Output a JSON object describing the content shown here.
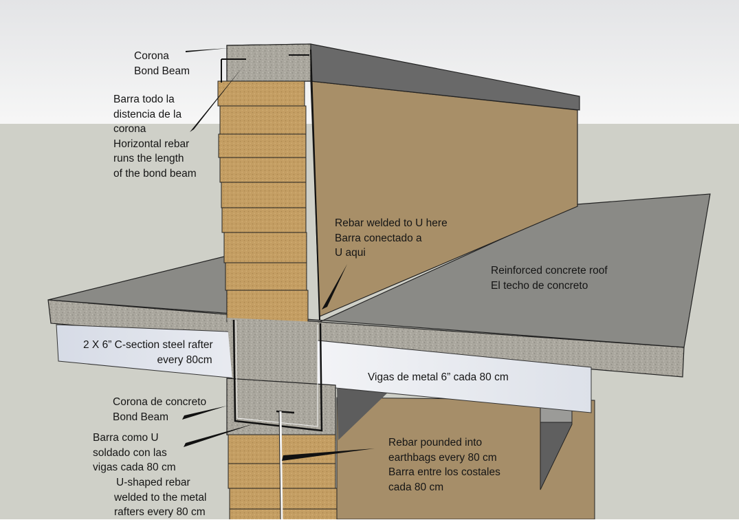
{
  "labels": {
    "corona_top": [
      "Corona",
      "Bond Beam"
    ],
    "rebar_length": [
      "Barra todo la",
      "distencia de la",
      "corona",
      "Horizontal rebar",
      "runs the length",
      "of the bond beam"
    ],
    "rebar_welded_top": [
      "Rebar welded to U here",
      "Barra conectado a",
      "U  aqui"
    ],
    "roof": [
      "Reinforced concrete roof",
      "El techo de concreto"
    ],
    "rafter_en": [
      "2 X 6” C-section steel rafter",
      "every 80cm"
    ],
    "rafter_es": "Vigas de metal 6” cada 80 cm",
    "corona_bottom": [
      "Corona de concreto",
      "Bond Beam"
    ],
    "u_rebar": [
      "Barra como U",
      "soldado con las",
      "vigas cada 80 cm"
    ],
    "u_rebar_en": [
      "U-shaped rebar",
      "welded to the metal",
      "rafters every 80 cm"
    ],
    "rebar_pounded": [
      "Rebar pounded into",
      "earthbags every 80 cm",
      "Barra entre los costales",
      "cada 80 cm"
    ]
  },
  "colors": {
    "sky": "#ececec",
    "ground": "#cfd0c8",
    "concrete": "#a8a59c",
    "roof_top": "#8a8a86",
    "wall_tan": "#a88f68",
    "earthbag": "#c69f62",
    "steel_rafter": "#e2e6ee",
    "shadow": "#636363"
  }
}
